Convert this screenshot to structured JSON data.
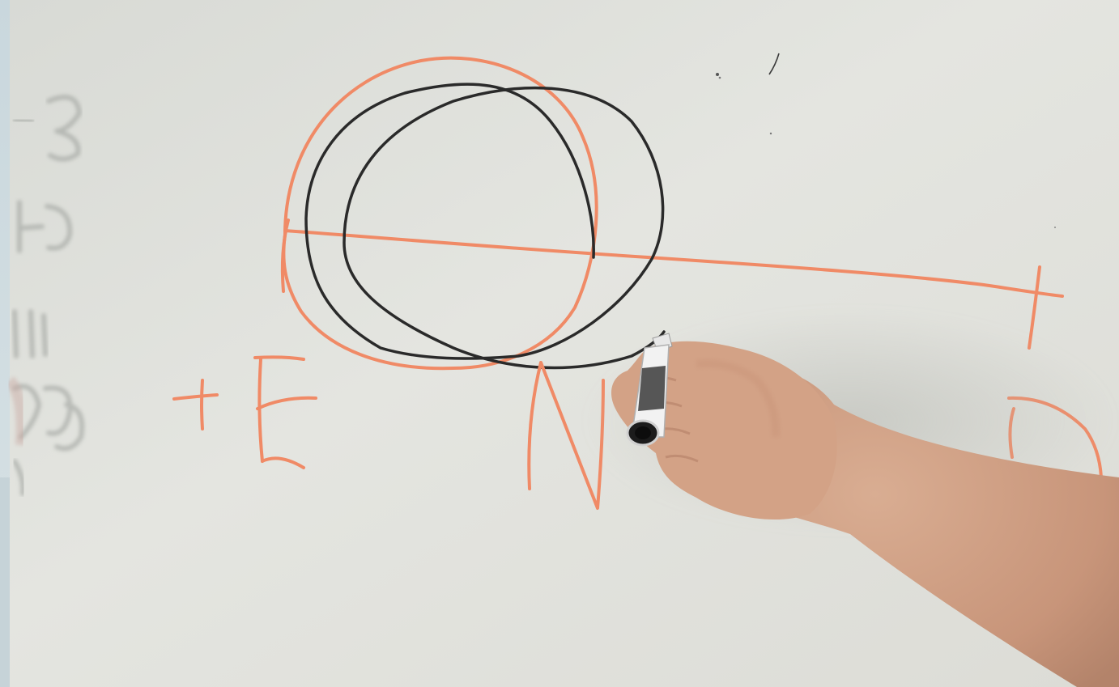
{
  "scene": {
    "description_free": true,
    "colors": {
      "board": "#e3e4df",
      "board_shadow": "#cdd0ca",
      "orange_marker": "#f08a66",
      "black_marker": "#2a2a2a",
      "skin": "#d4a488",
      "skin_shadow": "#b9866c",
      "marker_body": "#f2f2f2",
      "marker_cap": "#1c1c1c"
    },
    "labels": {
      "plus_sign": "+",
      "letter_e": "E",
      "letter_n": "N",
      "letter_d": "D"
    }
  }
}
